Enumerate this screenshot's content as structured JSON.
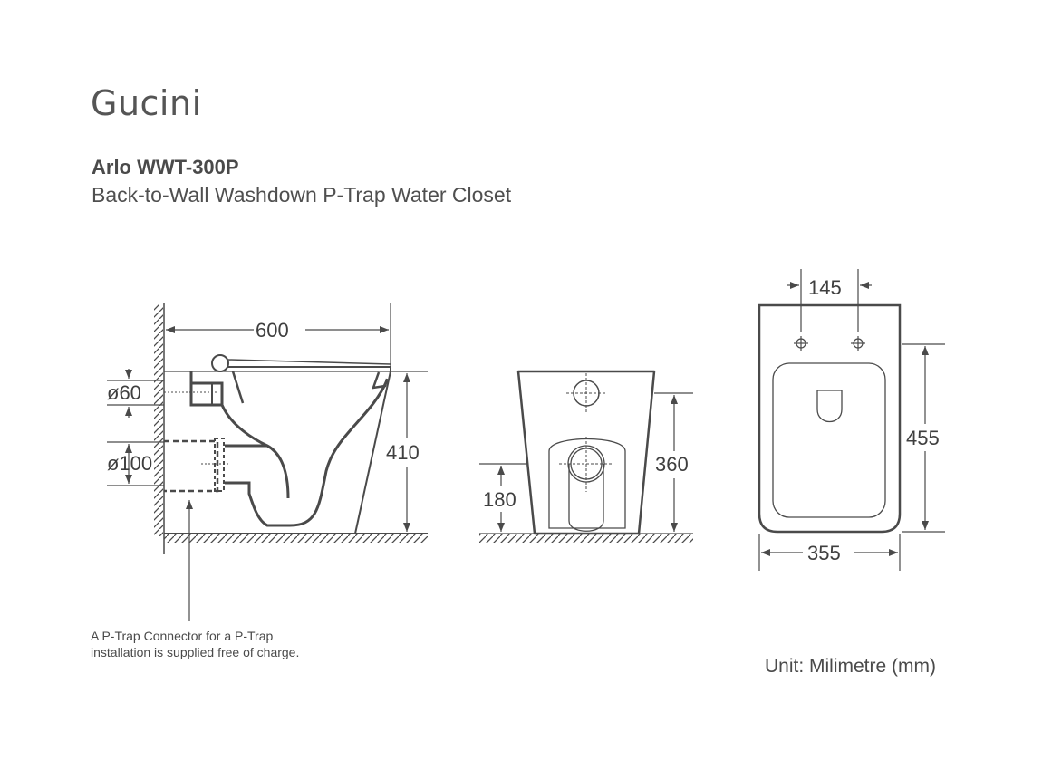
{
  "header": {
    "brand": "Gucini",
    "model": "Arlo WWT-300P",
    "subtitle": "Back-to-Wall Washdown P-Trap Water Closet"
  },
  "side_view": {
    "dims": {
      "length": "600",
      "height": "410",
      "inlet_diameter": "ø60",
      "outlet_diameter": "ø100"
    }
  },
  "rear_view": {
    "dims": {
      "inlet_height": "360",
      "outlet_height": "180"
    }
  },
  "top_view": {
    "dims": {
      "seat_hole_spacing": "145",
      "bowl_length": "455",
      "width": "355"
    }
  },
  "footer": {
    "note_line1": "A P-Trap Connector for a P-Trap",
    "note_line2": "installation is supplied free of charge.",
    "unit": "Unit: Milimetre (mm)"
  },
  "colors": {
    "line": "#4a4a4a",
    "text": "#4a4a4a",
    "background": "#ffffff"
  }
}
